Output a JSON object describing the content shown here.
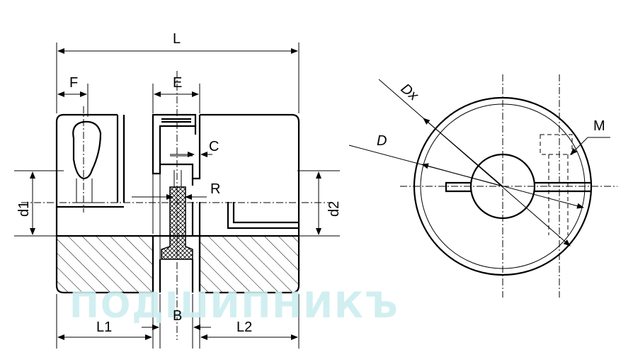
{
  "watermark": {
    "text": "ПОДШИПНИКЪ",
    "color": "#cdeef0"
  },
  "labels": {
    "L": "L",
    "F": "F",
    "E": "E",
    "C": "C",
    "R": "R",
    "d1": "d1",
    "d2": "d2",
    "B": "B",
    "L1": "L1",
    "L2": "L2",
    "Dx": "Dx",
    "D": "D",
    "M": "M"
  }
}
